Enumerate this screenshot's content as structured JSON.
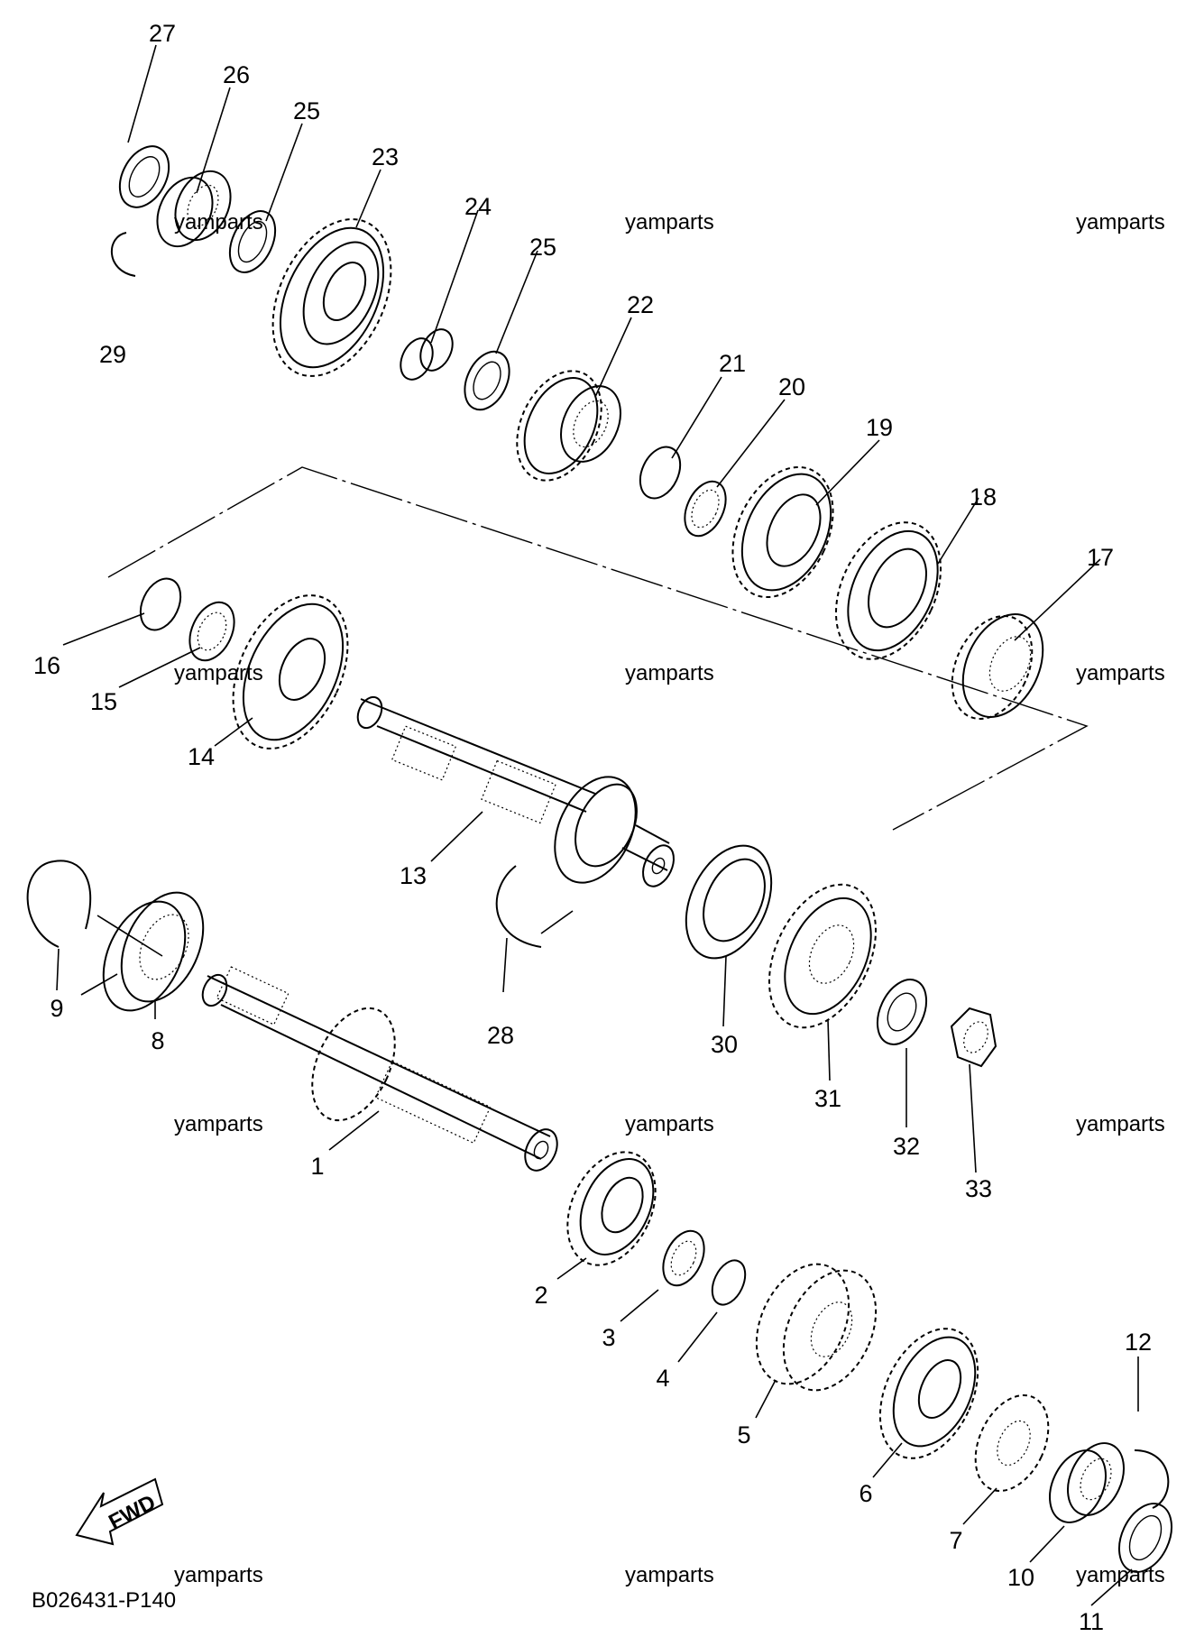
{
  "diagram": {
    "part_code": "B026431-P140",
    "fwd_label": "FWD",
    "watermark": "yamparts",
    "callouts": {
      "p1": "1",
      "p2": "2",
      "p3": "3",
      "p4": "4",
      "p5": "5",
      "p6": "6",
      "p7": "7",
      "p8": "8",
      "p9": "9",
      "p10": "10",
      "p11": "11",
      "p12": "12",
      "p13": "13",
      "p14": "14",
      "p15": "15",
      "p16": "16",
      "p17": "17",
      "p18": "18",
      "p19": "19",
      "p20": "20",
      "p21": "21",
      "p22": "22",
      "p23": "23",
      "p24": "24",
      "p25a": "25",
      "p25b": "25",
      "p26": "26",
      "p27": "27",
      "p28": "28",
      "p29": "29",
      "p30": "30",
      "p31": "31",
      "p32": "32",
      "p33": "33"
    }
  }
}
